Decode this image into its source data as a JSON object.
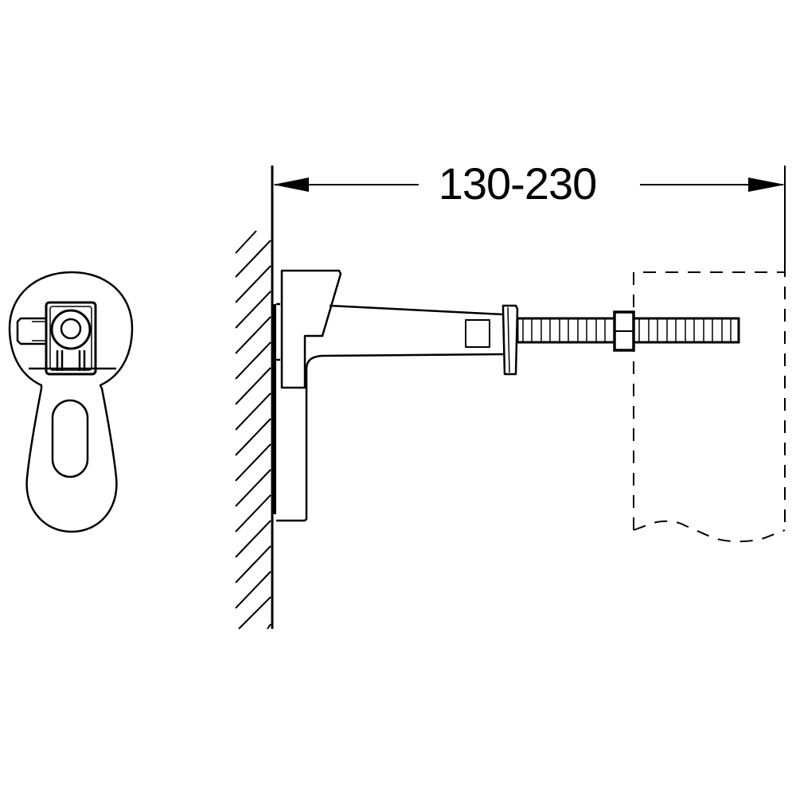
{
  "diagram": {
    "type": "technical-drawing",
    "subject": "wall mounting bracket with threaded rod",
    "dimension": {
      "label": "130-230",
      "from": "wall surface",
      "to": "far face of mounted element"
    },
    "views": [
      {
        "name": "front-view",
        "description": "keyhole-shaped bracket plate with clamp and slotted hole"
      },
      {
        "name": "side-view",
        "description": "bracket mounted on hatched wall with threaded rod, nut and dashed outline of mounted element"
      }
    ],
    "colors": {
      "line": "#000000",
      "background": "#ffffff"
    }
  }
}
